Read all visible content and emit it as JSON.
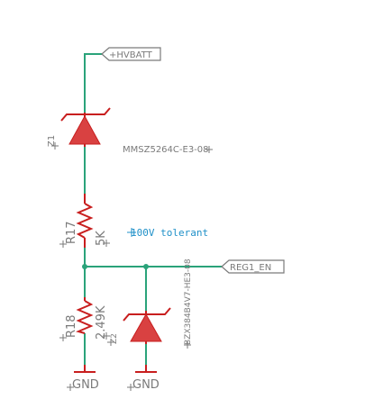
{
  "colors": {
    "wire": "#2aa37a",
    "part": "#c81e1e",
    "diode_fill": "#d94141",
    "label": "#7a7a7a",
    "note": "#1f90c8"
  },
  "nets": {
    "hvbatt": "+HVBATT",
    "reg1_en": "REG1_EN",
    "gnd_left": "GND",
    "gnd_right": "GND"
  },
  "parts": {
    "z1": {
      "ref": "Z1",
      "value": "MMSZ5264C-E3-08"
    },
    "r17": {
      "ref": "R17",
      "value": "5K"
    },
    "r18": {
      "ref": "R18",
      "value": "2.49K"
    },
    "z2": {
      "ref": "Z2",
      "value": "BZX384B4V7-HE3-08"
    }
  },
  "note": "100V tolerant"
}
